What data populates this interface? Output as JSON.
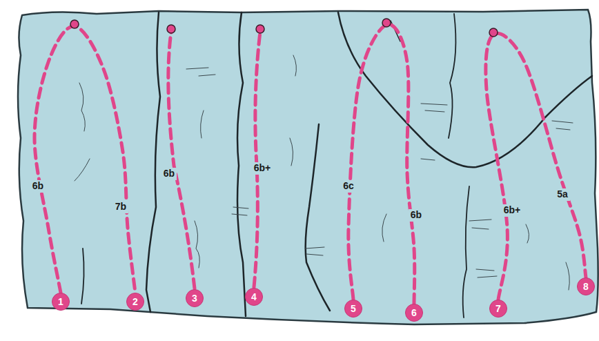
{
  "diagram": {
    "nodes": [
      {
        "text": [
          "1"
        ]
      },
      {
        "text": [
          "2"
        ]
      },
      {
        "text": [
          "3"
        ]
      },
      {
        "text": [
          "4"
        ]
      },
      {
        "text": [
          "5"
        ]
      },
      {
        "text": [
          "6"
        ]
      },
      {
        "text": [
          "7"
        ]
      },
      {
        "text": [
          "8"
        ]
      }
    ],
    "edges": [
      {
        "from": 0,
        "to": 1,
        "arrow": "none"
      },
      {
        "from": 4,
        "to": 5,
        "arrow": "none"
      },
      {
        "from": 6,
        "to": 7,
        "arrow": "none"
      }
    ],
    "labels": [
      "6b",
      "7b",
      "6b",
      "6b+",
      "6c",
      "6b",
      "6b+",
      "5a"
    ]
  }
}
